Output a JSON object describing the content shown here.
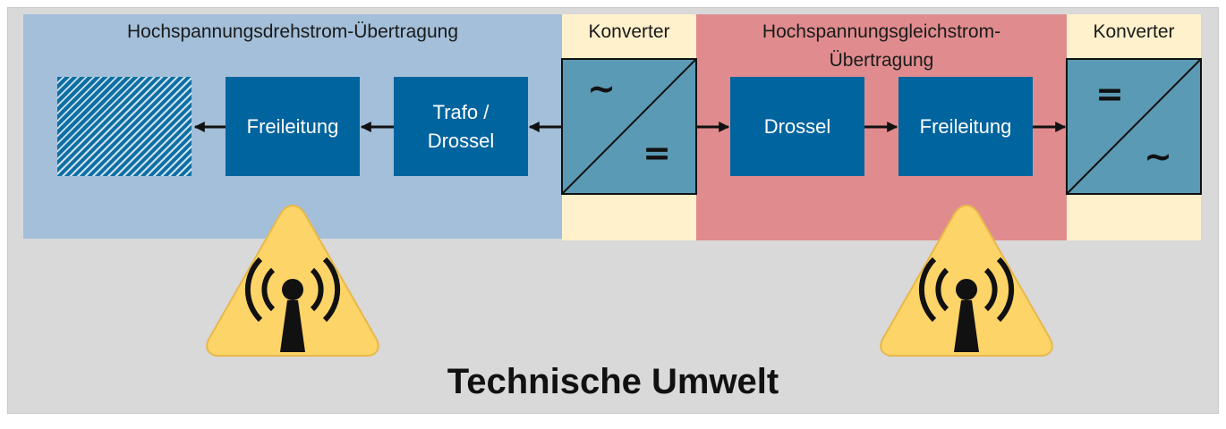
{
  "regions": {
    "hdt_title": "Hochspannungsdrehstrom-Übertragung",
    "konverter_left": "Konverter",
    "hgt_title_line1": "Hochspannungsgleichstrom-",
    "hgt_title_line2": "Übertragung",
    "konverter_right": "Konverter"
  },
  "blocks": {
    "freileitung_left": "Freileitung",
    "trafo_line1": "Trafo /",
    "trafo_line2": "Drossel",
    "drossel": "Drossel",
    "freileitung_right": "Freileitung"
  },
  "converter_symbols": {
    "left_top": "~",
    "left_bottom": "=",
    "right_top": "=",
    "right_bottom": "~"
  },
  "footer": "Technische Umwelt",
  "colors": {
    "background": "#d9d9d9",
    "hdt_region": "#a3bfd9",
    "hgt_region": "#e08c8e",
    "converter_region": "#fff1cc",
    "block": "#00649e",
    "converter_box": "#5b9ab5",
    "warning": "#fdd468"
  },
  "icons": {
    "warning_left": "radiation-warning-icon",
    "warning_right": "radiation-warning-icon"
  }
}
